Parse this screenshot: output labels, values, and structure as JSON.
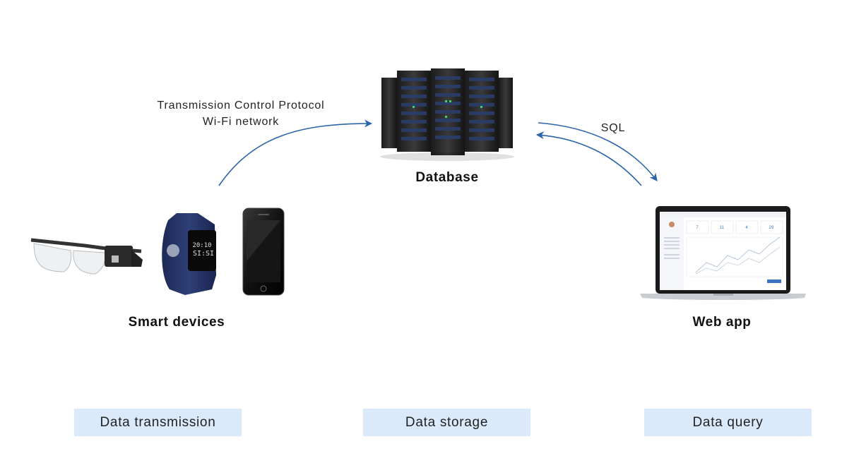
{
  "nodes": {
    "database": {
      "label": "Database"
    },
    "smart_devices": {
      "label": "Smart devices"
    },
    "web_app": {
      "label": "Web app"
    }
  },
  "edges": {
    "devices_to_db": {
      "line1": "Transmission Control Protocol",
      "line2": "Wi-Fi network"
    },
    "db_webapp": {
      "label": "SQL"
    }
  },
  "stages": [
    {
      "label": "Data transmission"
    },
    {
      "label": "Data storage"
    },
    {
      "label": "Data query"
    }
  ],
  "webapp_screen": {
    "cards": [
      "7",
      "11",
      "4",
      "29"
    ]
  },
  "wristband_screen": {
    "line1": "20:10",
    "line2": "SI:SI"
  },
  "colors": {
    "arrow": "#2b64ab",
    "stage_fill": "#dbeafb"
  }
}
